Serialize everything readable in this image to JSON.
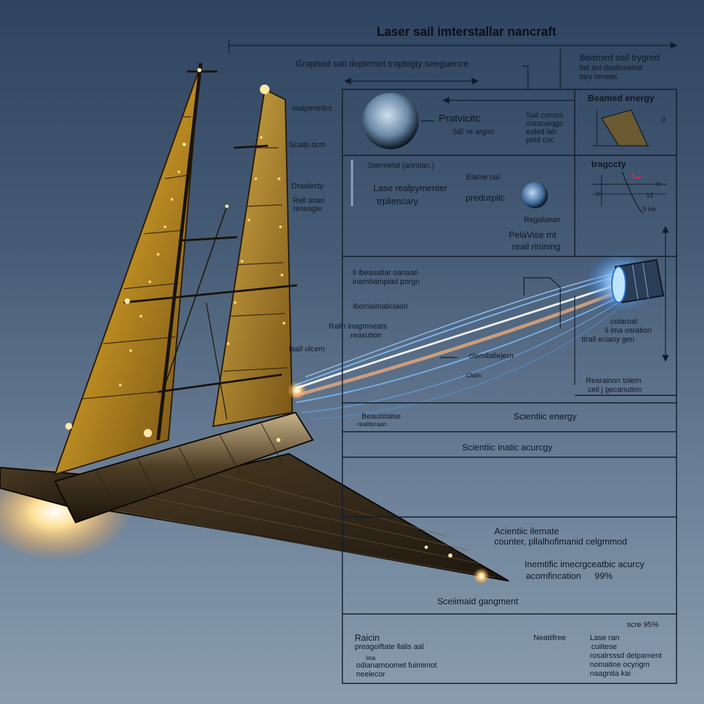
{
  "title": "Laser sail imterstallar nancraft",
  "subtitle": "Graphed sail deplemet traplegty seeguence",
  "right_header": [
    "Beamed oail trygred",
    "fail ani doalionenot",
    "tary reneas"
  ],
  "panels": {
    "p1": {
      "label": "Pratvicitc",
      "sub": "SiE re argim",
      "notes": [
        "Sail corcen",
        "mascarqgn",
        "ealed lah",
        "peid cnc"
      ]
    },
    "beamed": {
      "title": "Beamed energy",
      "n": "0"
    },
    "p2": {
      "top": "Stermefal (anntian.)",
      "a": [
        "Lase realpymenter",
        "trpliencary"
      ],
      "b": "Elame nal",
      "c": "predorpilc",
      "d": "Regaluean",
      "e": [
        "PelaVise mt",
        "reail rinining"
      ]
    },
    "trajectory": {
      "title": "tragccty",
      "ticks": [
        "10",
        "0",
        "13",
        "5 lse"
      ]
    },
    "p3": {
      "a": [
        "li ibeasatiar oanaan",
        "inamhampiad porgn"
      ],
      "b": "Ibomaimaticiaon",
      "c": "olemilafiejern",
      "d": "Clalis",
      "e": [
        "coiaroal",
        "li ima osration",
        "ttrall eciany gen"
      ]
    },
    "emitter_notes": [
      "Rearainon tolem",
      "ceil j gecanution"
    ],
    "rows": {
      "r1_left": [
        "Beauistaise",
        "realiteraan"
      ],
      "r1_center": "Scientiic energy",
      "r2_center": "Scientiic inatic acurcgy",
      "r3": [
        "Acientiic ilemate",
        "counter, pllalhofimanid celgmmod"
      ],
      "r4": [
        "Inemtific imecrgceatbic acurcy",
        "acomfincation"
      ],
      "r4_value": "99%",
      "r5": "Sceiimaid gangment",
      "r6_score": "scre 95%",
      "r6_left": [
        "Raicin",
        "preagoiftate llalis aal",
        "iioa",
        "odianamoomet fuimimot",
        "neelecor"
      ],
      "r6_mid": "Neatiifree",
      "r6_right": [
        "Lase ran",
        "cuiitese",
        "rosalrsssd delpament",
        "nomatine ocyrigm",
        "naagnita kai"
      ]
    },
    "sail_labels": {
      "a": "Iaalpiminlict",
      "b": "Scailp ocm",
      "c": "Draalecty",
      "d": [
        "Reil anan",
        "reseagie"
      ],
      "e": [
        "Ralln inagmneats",
        "reasution"
      ],
      "f": "Iaail ulcem"
    }
  },
  "colors": {
    "panel_line": "#0f1c2c",
    "sail_gold": "#c59a2e",
    "sail_dark": "#3a2a10",
    "beam_blue": "#5fa8ff",
    "glow": "#ffd98a"
  }
}
